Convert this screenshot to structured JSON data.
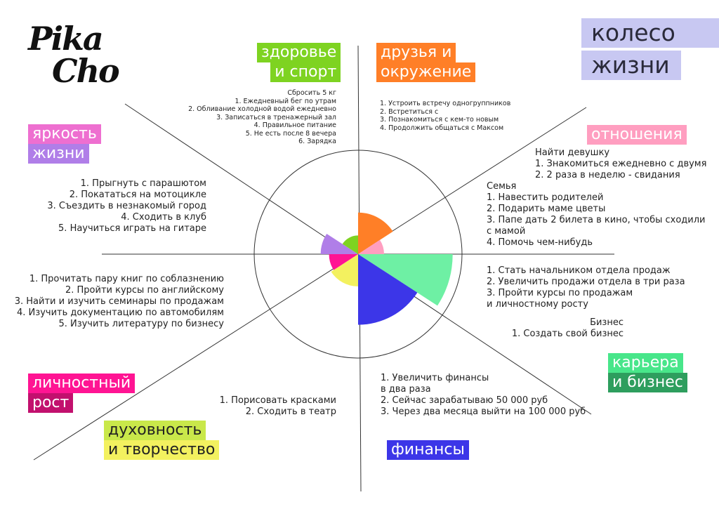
{
  "logo": {
    "line1": "Pika",
    "line2": "Cho"
  },
  "title": {
    "line1": "колесо",
    "line2": "жизни"
  },
  "colors": {
    "health": "#7ed321",
    "friends": "#ff7f27",
    "relations": "#ff9ec0",
    "career": "#48e68a",
    "finance": "#3c36e8",
    "spirit": "#f3f15f",
    "growth": "#ff1493",
    "brightness": "#b07ee8",
    "title_bg": "#c8c8f2"
  },
  "segments": [
    {
      "key": "friends",
      "value": 0.4,
      "color": "#ff7f27"
    },
    {
      "key": "relations",
      "value": 0.25,
      "color": "#ff9ec0"
    },
    {
      "key": "career",
      "value": 0.91,
      "color": "#6ef0a4"
    },
    {
      "key": "finance",
      "value": 0.68,
      "color": "#3c36e8"
    },
    {
      "key": "spirit",
      "value": 0.31,
      "color": "#f3f15f"
    },
    {
      "key": "growth",
      "value": 0.28,
      "color": "#ff1493"
    },
    {
      "key": "brightness",
      "value": 0.36,
      "color": "#b07ee8"
    },
    {
      "key": "health",
      "value": 0.18,
      "color": "#7ed321"
    }
  ],
  "categories": {
    "health": {
      "line1": "здоровье",
      "line2": "и спорт",
      "items": [
        "Сбросить 5 кг",
        "1. Ежедневный бег по утрам",
        "2. Обливание холодной водой ежедневно",
        "3. Записаться в тренажерный зал",
        "4. Правильное питание",
        "5. Не есть после 8 вечера",
        "6. Зарядка"
      ]
    },
    "friends": {
      "line1": "друзья и",
      "line2": "окружение",
      "items": [
        "1. Устроить встречу одногруппников",
        "2. Встретиться с",
        "3. Познакомиться с кем-то новым",
        "4. Продолжить общаться с Максом"
      ]
    },
    "relations": {
      "line1": "отношения",
      "items_a": [
        "Найти девушку",
        "1. Знакомиться ежедневно с двумя",
        "2. 2 раза в неделю - свидания"
      ],
      "items_b": [
        "Семья",
        "1. Навестить родителей",
        "2. Подарить маме цветы",
        "3. Папе дать 2 билета в кино, чтобы сходили",
        "с мамой",
        "4. Помочь чем-нибудь"
      ]
    },
    "career": {
      "line1": "карьера",
      "line2": "и бизнес",
      "items_a": [
        "1. Стать начальником отдела продаж",
        "2. Увеличить продажи отдела в три раза",
        "3. Пройти курсы по продажам",
        "и личностному росту"
      ],
      "items_b": [
        "Бизнес",
        "1. Создать свой бизнес"
      ]
    },
    "finance": {
      "line1": "финансы",
      "items": [
        "1. Увеличить финансы",
        "в два раза",
        "2. Сейчас зарабатываю 50 000 руб",
        "3. Через два месяца выйти на 100 000 руб"
      ]
    },
    "spirit": {
      "line1": "духовность",
      "line2": "и творчество",
      "items": [
        "1. Порисовать красками",
        "2. Сходить в театр"
      ]
    },
    "growth": {
      "line1": "личностный",
      "line2": "рост",
      "items": [
        "1. Прочитать пару книг по соблазнению",
        "2. Пройти курсы по английскому",
        "3. Найти и изучить семинары по продажам",
        "4. Изучить документацию по автомобилям",
        "5. Изучить литературу по бизнесу"
      ]
    },
    "brightness": {
      "line1": "яркость",
      "line2": "жизни",
      "items": [
        "1. Прыгнуть с парашютом",
        "2. Покататься на мотоцикле",
        "3. Съездить в незнакомый город",
        "4. Сходить в клуб",
        "5. Научиться играть на гитаре"
      ]
    }
  }
}
